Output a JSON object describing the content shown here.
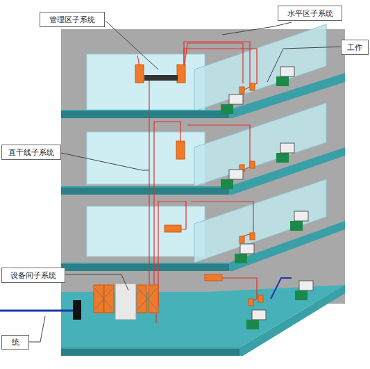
{
  "diagram": {
    "nodes": [
      {
        "text": [
          "管理区子系统"
        ]
      },
      {
        "text": [
          "水平区子系统"
        ]
      },
      {
        "text": [
          "工作"
        ]
      },
      {
        "text": [
          "直干线子系统"
        ]
      },
      {
        "text": [
          "设备间子系统"
        ]
      },
      {
        "text": [
          "统"
        ]
      }
    ]
  }
}
